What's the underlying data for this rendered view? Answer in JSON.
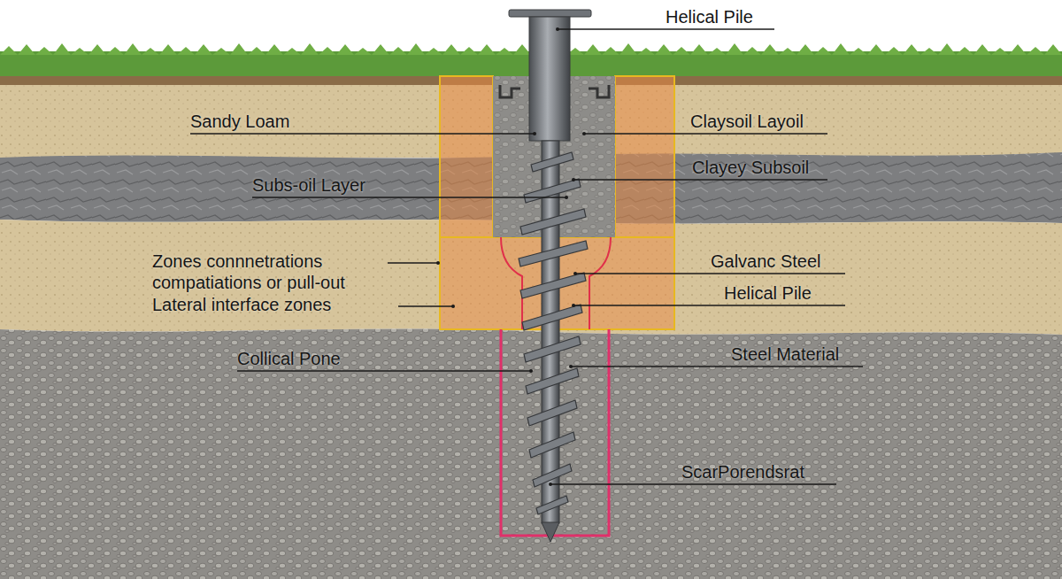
{
  "diagram": {
    "labels": [
      "Helical Pile",
      "Sandy Loam",
      "Claysoil Layoil",
      "Clayey Subsoil",
      "Subs-oil Layer",
      "Zones connnetrations",
      "compatiations or pull-out",
      "Lateral interface zones",
      "Galvanc Steel",
      "Helical Pile",
      "Collical Pone",
      "Steel Material",
      "ScarPorendsrat"
    ]
  }
}
